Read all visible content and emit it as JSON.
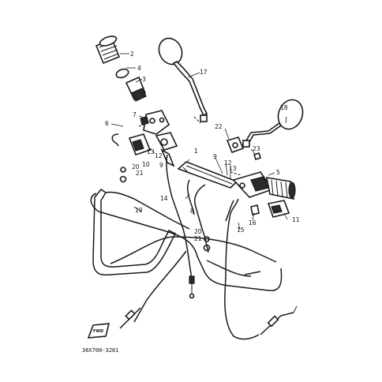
{
  "diagram_code": "36X700-3281",
  "fwd_label": "FWD",
  "callouts": [
    "1",
    "2",
    "3",
    "4",
    "5",
    "6",
    "7",
    "8",
    "9",
    "9",
    "10",
    "11",
    "12",
    "12",
    "13",
    "13",
    "14",
    "15",
    "16",
    "17",
    "18",
    "19",
    "20",
    "20",
    "21",
    "21",
    "22",
    "23"
  ],
  "colors": {
    "ink": "#1a1a1a",
    "background": "#ffffff"
  }
}
